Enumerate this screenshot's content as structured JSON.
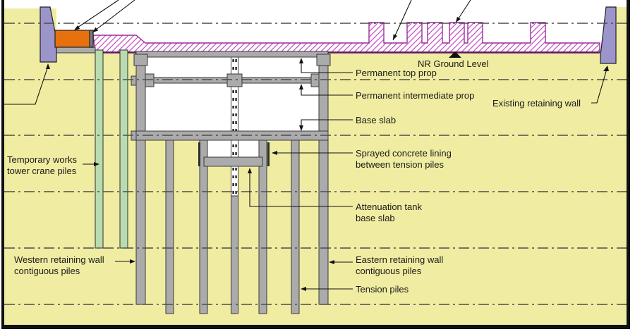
{
  "diagram": {
    "title_hint": "Engineering cross-section of excavation with retaining walls and piles",
    "labels": {
      "nr_ground_level": {
        "text": "NR Ground Level"
      },
      "permanent_top_prop": {
        "text": "Permanent top prop"
      },
      "permanent_intermediate_prop": {
        "text": "Permanent intermediate prop"
      },
      "base_slab": {
        "text": "Base slab"
      },
      "sprayed_concrete_lining": {
        "line1": "Sprayed concrete lining",
        "line2": "between tension piles"
      },
      "attenuation_tank_base_slab": {
        "line1": "Attenuation tank",
        "line2": "base slab"
      },
      "existing_retaining_wall": {
        "text": "Existing retaining wall"
      },
      "temporary_works_tower_crane_piles": {
        "line1": "Temporary works",
        "line2": "tower crane piles"
      },
      "western_retaining_wall": {
        "line1": "Western retaining wall",
        "line2": "contiguous piles"
      },
      "eastern_retaining_wall": {
        "line1": "Eastern retaining wall",
        "line2": "contiguous piles"
      },
      "tension_piles": {
        "text": "Tension piles"
      }
    },
    "colors": {
      "ground_yellow": "#f0eda2",
      "hatch_magenta": "#c455c4",
      "hatch_outline": "#9c2d9c",
      "ground_level_line": "#5f1b5f",
      "retaining_wall_purple": "#9b95cb",
      "crane_base_orange": "#e8710f",
      "concrete_gray": "#ababab",
      "temporary_pile_green": "#b8dcb0",
      "lining_dark": "#2e2e2e",
      "level_line_gray": "#4d4d4d",
      "border_black": "#111111",
      "label_text": "#1a1a1a"
    }
  }
}
